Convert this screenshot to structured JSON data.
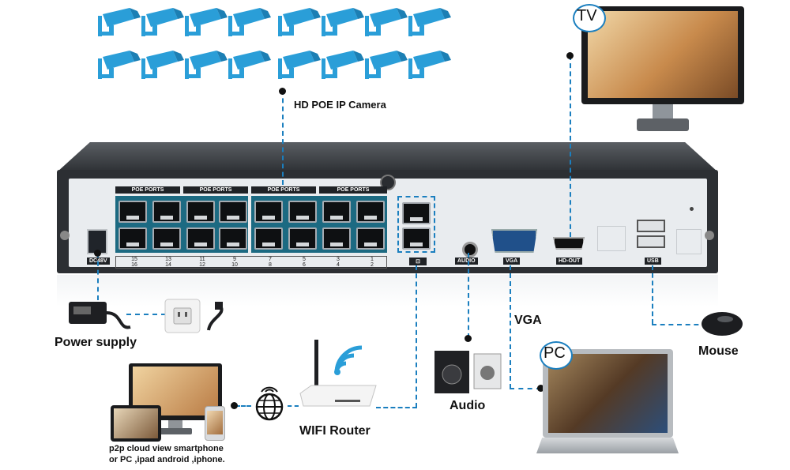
{
  "labels": {
    "camera": "HD POE IP Camera",
    "tv": "TV",
    "pc": "PC",
    "power": "Power supply",
    "mouse": "Mouse",
    "vga": "VGA",
    "audio": "Audio",
    "router": "WIFI Router",
    "p2p_line1": "p2p cloud view smartphone",
    "p2p_line2": "or PC ,ipad android ,iphone."
  },
  "panel": {
    "poe_label": "POE PORTS",
    "dc_label": "DC48V",
    "audio_label": "AUDIO",
    "vga_label": "VGA",
    "hdout_label": "HD-OUT",
    "usb_label": "USB",
    "port_numbers_top": [
      "15",
      "13",
      "11",
      "9",
      "7",
      "5",
      "3",
      "1"
    ],
    "port_numbers_bottom": [
      "16",
      "14",
      "12",
      "10",
      "8",
      "6",
      "4",
      "2"
    ]
  },
  "colors": {
    "connector": "#1b7fbf",
    "camera": "#2a9ed8",
    "poe_block": "#1c6a82"
  },
  "icons": [
    "cctv-camera-icon",
    "tv-monitor-icon",
    "laptop-icon",
    "power-adapter-icon",
    "wall-socket-icon",
    "mouse-icon",
    "speaker-icon",
    "router-icon",
    "globe-icon",
    "wifi-icon"
  ]
}
